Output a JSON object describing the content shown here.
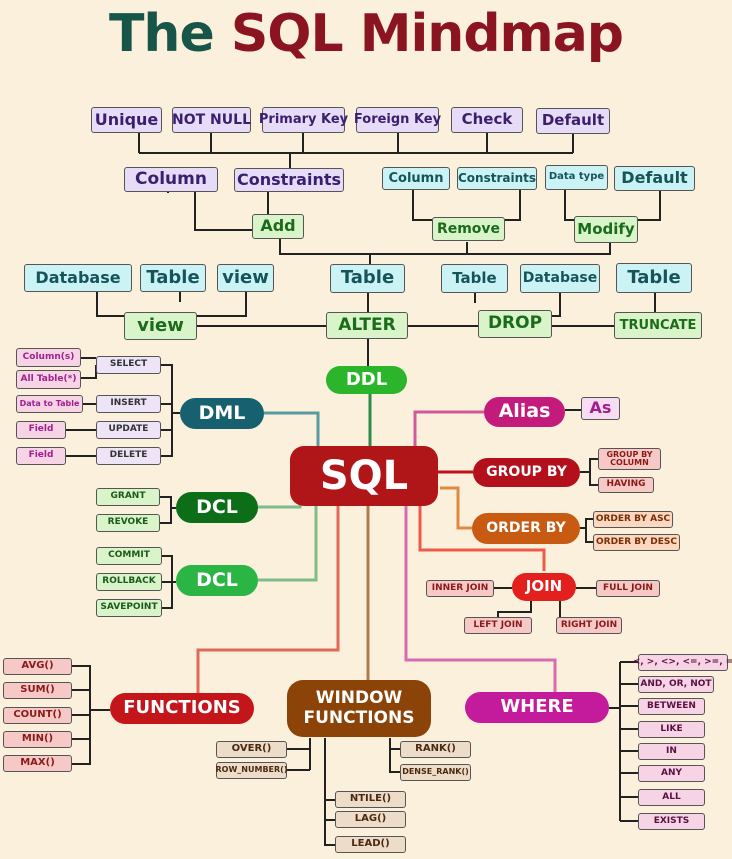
{
  "title": {
    "part1": "The",
    "part2": "SQL Mindmap"
  },
  "constraints_top": [
    "Unique",
    "NOT NULL",
    "Primary Key",
    "Foreign Key",
    "Check",
    "Default"
  ],
  "add": {
    "label": "Add",
    "children": [
      "Column",
      "Constraints"
    ]
  },
  "remove": {
    "label": "Remove",
    "children": [
      "Column",
      "Constraints"
    ]
  },
  "modify": {
    "label": "Modify",
    "children": [
      "Data type",
      "Default"
    ]
  },
  "view_group": {
    "label": "view",
    "children": [
      "Database",
      "Table",
      "view"
    ]
  },
  "alter": {
    "label": "ALTER",
    "child": "Table"
  },
  "drop": {
    "label": "DROP",
    "children": [
      "Table",
      "Database"
    ]
  },
  "truncate": {
    "label": "TRUNCATE",
    "child": "Table"
  },
  "ddl": "DDL",
  "center": "SQL",
  "dml": {
    "label": "DML",
    "items": [
      {
        "label": "SELECT",
        "details": [
          "Column(s)",
          "All Table(*)"
        ]
      },
      {
        "label": "INSERT",
        "details": [
          "Data to Table"
        ]
      },
      {
        "label": "UPDATE",
        "details": [
          "Field"
        ]
      },
      {
        "label": "DELETE",
        "details": [
          "Field"
        ]
      }
    ]
  },
  "dcl1": {
    "label": "DCL",
    "items": [
      "GRANT",
      "REVOKE"
    ]
  },
  "dcl2": {
    "label": "DCL",
    "items": [
      "COMMIT",
      "ROLLBACK",
      "SAVEPOINT"
    ]
  },
  "functions": {
    "label": "FUNCTIONS",
    "items": [
      "AVG()",
      "SUM()",
      "COUNT()",
      "MIN()",
      "MAX()"
    ]
  },
  "window_functions": {
    "label": "WINDOW FUNCTIONS",
    "left": [
      "OVER()",
      "ROW_NUMBER()"
    ],
    "right": [
      "RANK()",
      "DENSE_RANK()"
    ],
    "bottom": [
      "NTILE()",
      "LAG()",
      "LEAD()"
    ]
  },
  "alias": {
    "label": "Alias",
    "child": "As"
  },
  "group_by": {
    "label": "GROUP BY",
    "items": [
      "GROUP BY COLUMN",
      "HAVING"
    ]
  },
  "order_by": {
    "label": "ORDER BY",
    "items": [
      "ORDER BY ASC",
      "ORDER BY DESC"
    ]
  },
  "join": {
    "label": "JOIN",
    "items": [
      "INNER JOIN",
      "FULL JOIN",
      "LEFT JOIN",
      "RIGHT JOIN"
    ]
  },
  "where": {
    "label": "WHERE",
    "items": [
      "<, >, <>, <=, >=, =",
      "AND, OR, NOT",
      "BETWEEN",
      "LIKE",
      "IN",
      "ANY",
      "ALL",
      "EXISTS"
    ]
  },
  "colors": {
    "background": "#fbf0dc",
    "title_dark": "#175549",
    "title_red": "#8a1420",
    "sql": "#b01518",
    "ddl": "#2ab52a",
    "dml": "#17606f",
    "dcl": "#0d6e18",
    "functions": "#c4151b",
    "window": "#8b4308",
    "alias": "#c41a7c",
    "group_by": "#b3101c",
    "order_by": "#c85a12",
    "join": "#e3201d",
    "where": "#c41a9c"
  }
}
